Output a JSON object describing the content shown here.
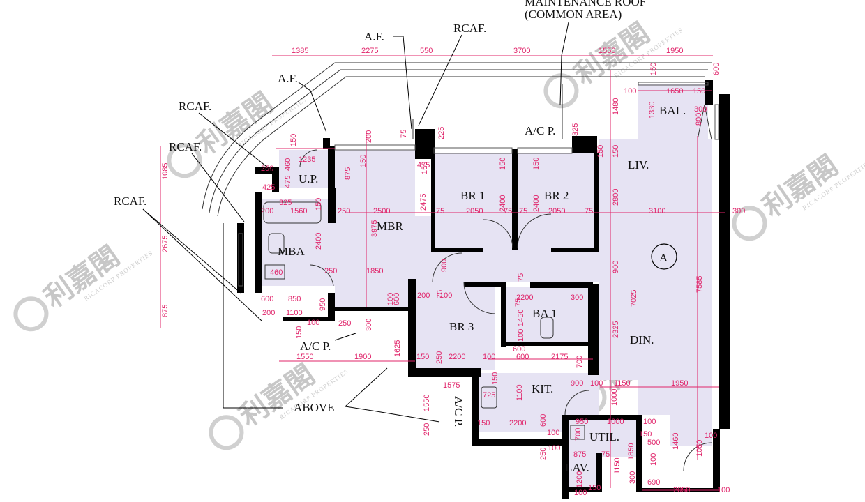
{
  "colors": {
    "room_fill": "#e6e3f3",
    "wall": "#000000",
    "dimension": "#e0246a",
    "watermark": "#c7c7c7"
  },
  "watermark": {
    "logo_text": "利嘉閣",
    "sub_text": "RICACORP PROPERTIES"
  },
  "unit_label": "A",
  "rooms": [
    {
      "id": "liv",
      "label": "LIV."
    },
    {
      "id": "din",
      "label": "DIN."
    },
    {
      "id": "bal",
      "label": "BAL."
    },
    {
      "id": "br1",
      "label": "BR 1"
    },
    {
      "id": "br2",
      "label": "BR 2"
    },
    {
      "id": "br3",
      "label": "BR 3"
    },
    {
      "id": "mbr",
      "label": "MBR"
    },
    {
      "id": "mba",
      "label": "MBA"
    },
    {
      "id": "ba1",
      "label": "BA 1"
    },
    {
      "id": "kit",
      "label": "KIT."
    },
    {
      "id": "util",
      "label": "UTIL."
    },
    {
      "id": "lav",
      "label": "LAV."
    },
    {
      "id": "up",
      "label": "U.P."
    }
  ],
  "annotations": [
    {
      "id": "maint1",
      "text": "MAINTENANCE ROOF"
    },
    {
      "id": "maint2",
      "text": "(COMMON AREA)"
    },
    {
      "id": "af1",
      "text": "A.F."
    },
    {
      "id": "af2",
      "text": "A.F."
    },
    {
      "id": "rcaf1",
      "text": "RCAF."
    },
    {
      "id": "rcaf2",
      "text": "RCAF."
    },
    {
      "id": "rcaf3",
      "text": "RCAF."
    },
    {
      "id": "rcaf4",
      "text": "RCAF."
    },
    {
      "id": "acp_top",
      "text": "A/C P."
    },
    {
      "id": "acp_mid",
      "text": "A/C P."
    },
    {
      "id": "acp_low",
      "text": "A/C P."
    },
    {
      "id": "above",
      "text": "ABOVE"
    }
  ],
  "dimensions": [
    "1385",
    "2275",
    "550",
    "3700",
    "1550",
    "1950",
    "600",
    "150",
    "1650",
    "150",
    "1480",
    "1330",
    "300",
    "800",
    "150",
    "2800",
    "3100",
    "300",
    "900",
    "7025",
    "7585",
    "2325",
    "1000",
    "1050",
    "100",
    "690",
    "2050",
    "100",
    "1235",
    "150",
    "460",
    "475",
    "425",
    "875",
    "200",
    "75",
    "225",
    "475",
    "325",
    "150",
    "150",
    "2400",
    "2400",
    "150",
    "150",
    "75",
    "2050",
    "75",
    "75",
    "2050",
    "75",
    "1560",
    "150",
    "250",
    "2500",
    "2475",
    "325",
    "3975",
    "2400",
    "1085",
    "2675",
    "875",
    "250",
    "1850",
    "900",
    "460",
    "850",
    "1100",
    "950",
    "600",
    "200",
    "150",
    "75",
    "75",
    "2200",
    "300",
    "1450",
    "100",
    "250",
    "300",
    "600",
    "100",
    "1550",
    "1900",
    "1625",
    "150",
    "250",
    "2200",
    "100",
    "600",
    "2175",
    "700",
    "900",
    "100",
    "1150",
    "1950",
    "1575",
    "725",
    "1100",
    "1550",
    "250",
    "150",
    "2200",
    "600",
    "100",
    "950",
    "1000",
    "700",
    "100",
    "500",
    "1460",
    "100",
    "100",
    "875",
    "75",
    "1850",
    "1150",
    "250",
    "1200",
    "300",
    "75",
    "150",
    "100",
    "600",
    "200",
    "200",
    "250",
    "150",
    "100",
    "150",
    "150",
    "100",
    "100",
    "150",
    "100"
  ]
}
